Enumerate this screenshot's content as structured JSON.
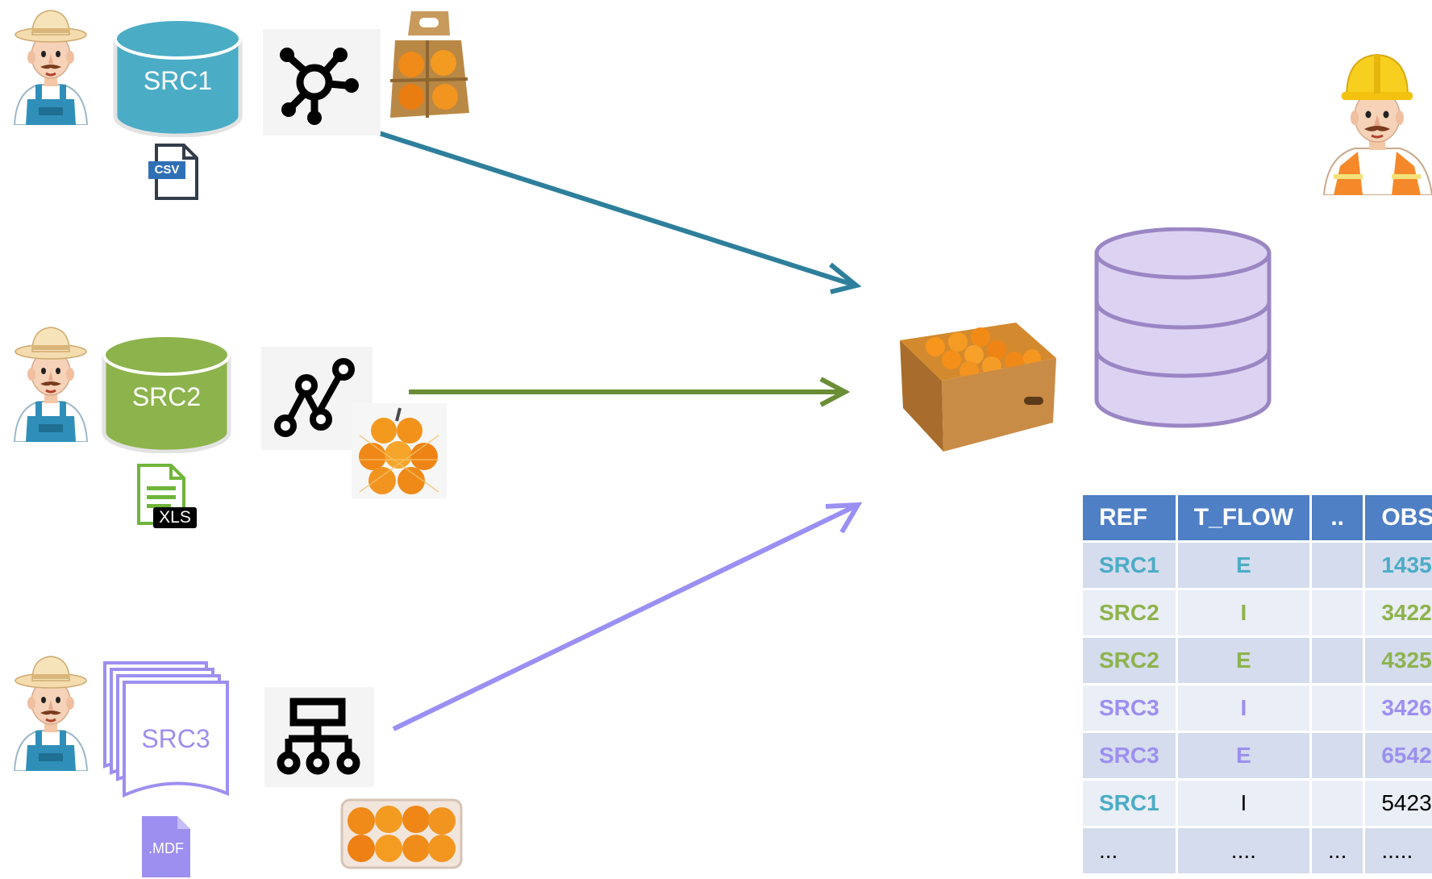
{
  "sources": [
    {
      "label": "SRC1",
      "file_badge": "CSV",
      "color": "#4bacc6"
    },
    {
      "label": "SRC2",
      "file_badge": "XLS",
      "color": "#8db34c"
    },
    {
      "label": "SRC3",
      "file_badge": ".MDF",
      "color": "#9c8ff0"
    }
  ],
  "colors": {
    "src1_arrow": "#2e7f9b",
    "src2_arrow": "#6a8d35",
    "src3_arrow": "#9a90f3",
    "table_header": "#4f7fc4",
    "database": "#dcd3f2"
  },
  "icons": [
    "farmer-icon",
    "database-icon",
    "csv-file-icon",
    "xls-file-icon",
    "mdf-file-icon",
    "network-icon",
    "graph-icon",
    "hierarchy-icon",
    "orange-carrier-icon",
    "orange-net-bag-icon",
    "orange-tray-icon",
    "orange-box-icon",
    "engineer-icon"
  ],
  "table": {
    "headers": [
      "REF",
      "T_FLOW",
      "..",
      "OBS_VA"
    ],
    "rows": [
      {
        "ref": "SRC1",
        "flow": "E",
        "dots": "",
        "value": "1435"
      },
      {
        "ref": "SRC2",
        "flow": "I",
        "dots": "",
        "value": "3422"
      },
      {
        "ref": "SRC2",
        "flow": "E",
        "dots": "",
        "value": "4325"
      },
      {
        "ref": "SRC3",
        "flow": "I",
        "dots": "",
        "value": "3426"
      },
      {
        "ref": "SRC3",
        "flow": "E",
        "dots": "",
        "value": "6542"
      },
      {
        "ref": "SRC1",
        "flow": "I",
        "dots": "",
        "value": "5423"
      },
      {
        "ref": "...",
        "flow": "....",
        "dots": "...",
        "value": "....."
      }
    ]
  }
}
